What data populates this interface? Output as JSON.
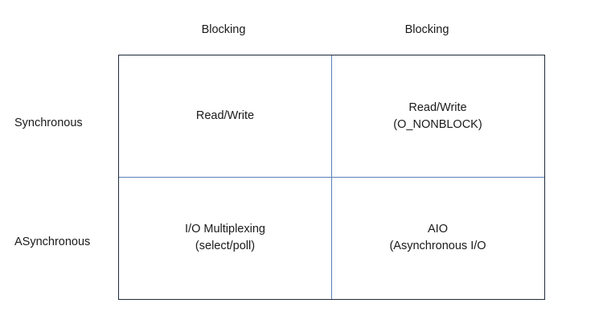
{
  "columns": [
    {
      "label": "Blocking"
    },
    {
      "label": "Blocking"
    }
  ],
  "rows": [
    {
      "label": "Synchronous"
    },
    {
      "label": "ASynchronous"
    }
  ],
  "cells": {
    "sync_blocking": {
      "line1": "Read/Write",
      "line2": ""
    },
    "sync_nonblocking": {
      "line1": "Read/Write",
      "line2": "(O_NONBLOCK)"
    },
    "async_blocking": {
      "line1": "I/O Multiplexing",
      "line2": "(select/poll)"
    },
    "async_nonblocking": {
      "line1": "AIO",
      "line2": "(Asynchronous I/O"
    }
  }
}
